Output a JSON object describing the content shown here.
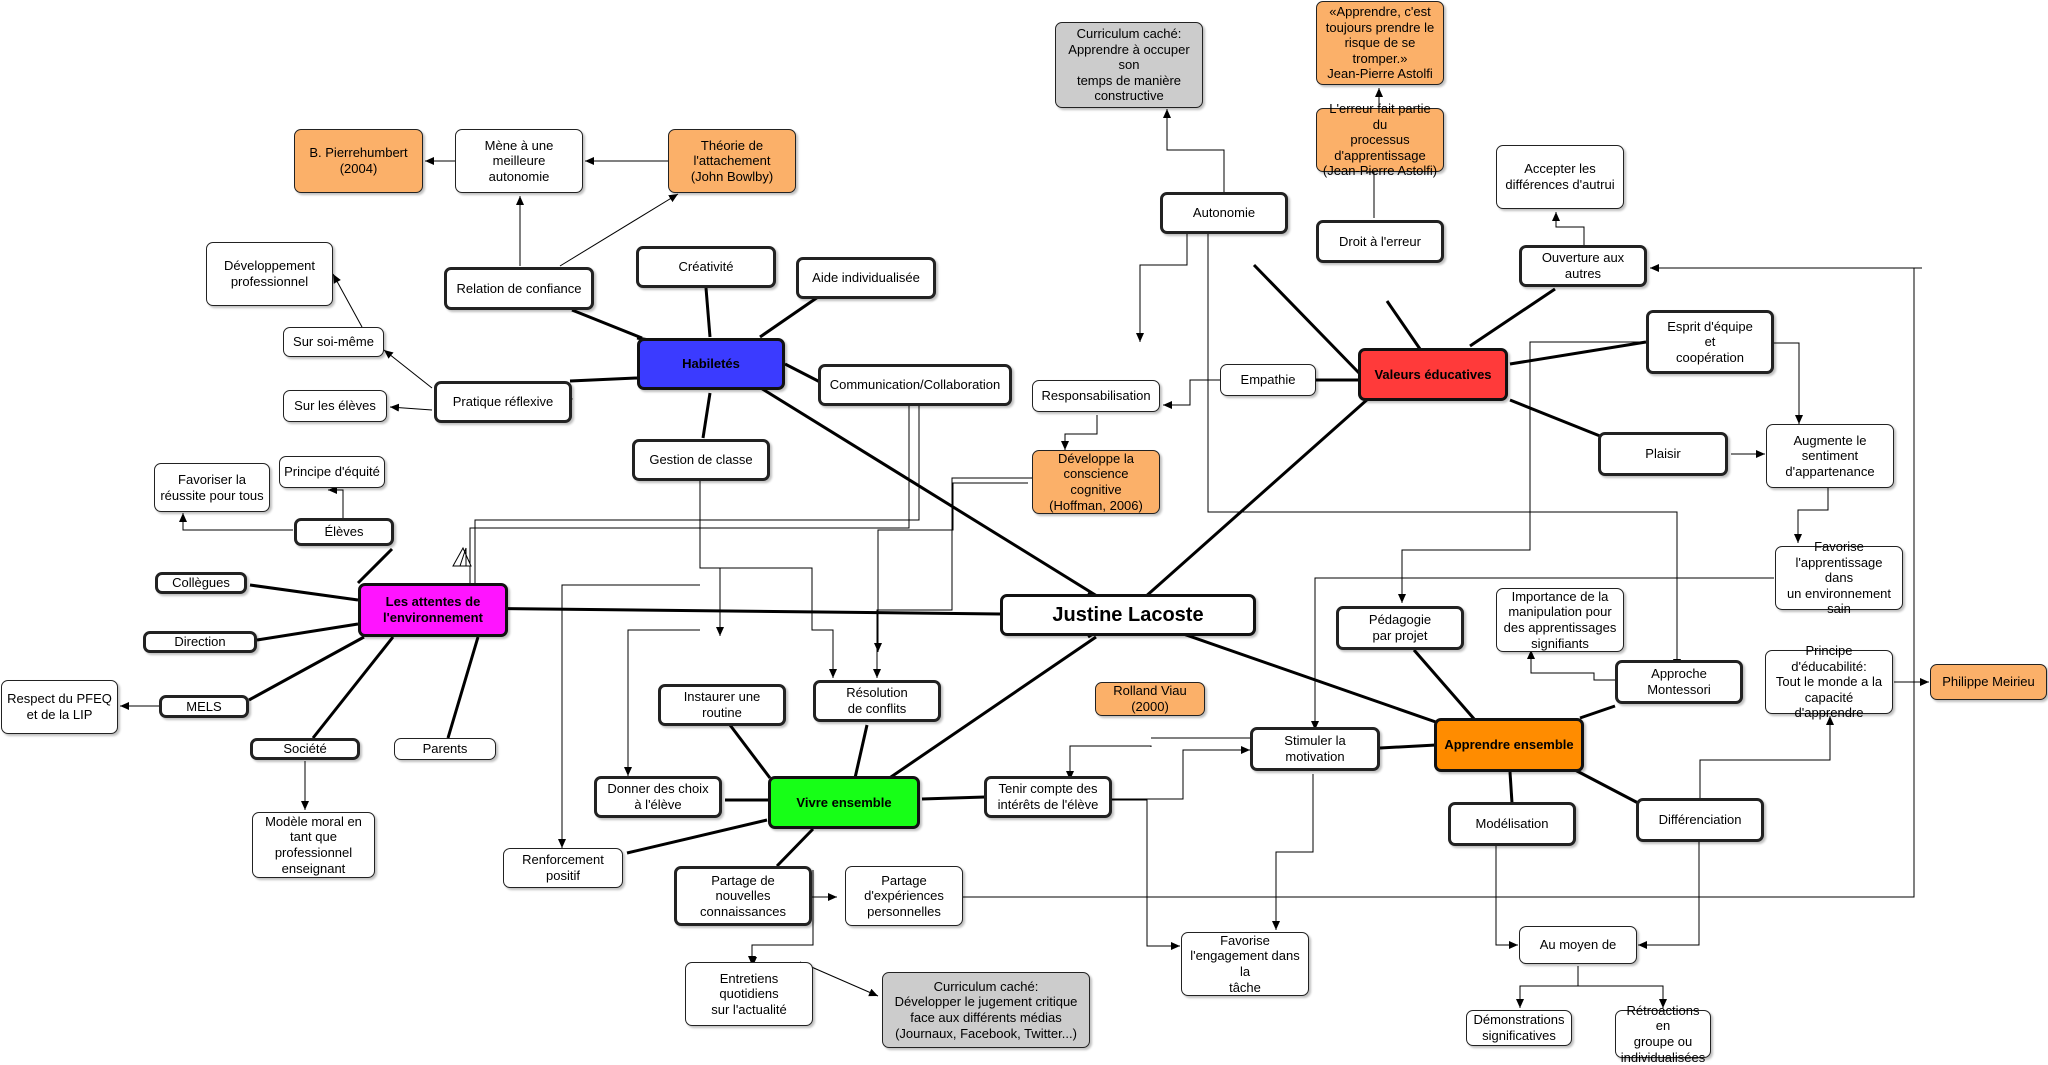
{
  "nodes": {
    "center": "Justine Lacoste",
    "habiletes": "Habiletés",
    "valeurs": "Valeurs éducatives",
    "attentes": "Les attentes de\nl'environnement",
    "vivre": "Vivre ensemble",
    "apprendre": "Apprendre ensemble",
    "creativite": "Créativité",
    "aide": "Aide individualisée",
    "communication": "Communication/Collaboration",
    "gestion": "Gestion de classe",
    "pratique": "Pratique réflexive",
    "confiance": "Relation de confiance",
    "meilleure": "Mène à une meilleure\nautonomie",
    "pierrehumbert": "B. Pierrehumbert\n(2004)",
    "attachement": "Théorie de\nl'attachement\n(John Bowlby)",
    "soimeme": "Sur soi-même",
    "eleves_sur": "Sur les élèves",
    "devpro": "Développement\nprofessionnel",
    "eleves": "Élèves",
    "equite": "Principe d'équité",
    "reussite": "Favoriser la\nréussite pour tous",
    "collegues": "Collègues",
    "direction": "Direction",
    "mels": "MELS",
    "pfeq": "Respect du PFEQ\net de la LIP",
    "societe": "Société",
    "modele": "Modèle moral en\ntant que\nprofessionnel\nenseignant",
    "parents": "Parents",
    "autonomie": "Autonomie",
    "curriculum1": "Curriculum caché:\nApprendre à occuper son\ntemps de manière\nconstructive",
    "droit": "Droit à l'erreur",
    "erreur": "L'erreur fait partie du\nprocessus\nd'apprentissage\n(Jean-Pierre Astolfi)",
    "citation": "«Apprendre, c'est\ntoujours prendre le\nrisque de se\ntromper.»\nJean-Pierre Astolfi",
    "ouverture": "Ouverture aux autres",
    "accepter": "Accepter les\ndifférences d'autrui",
    "empathie": "Empathie",
    "responsabilisation": "Responsabilisation",
    "conscience": "Développe la\nconscience cognitive\n(Hoffman, 2006)",
    "esprit": "Esprit d'équipe\net\ncoopération",
    "plaisir": "Plaisir",
    "sentiment": "Augmente le\nsentiment\nd'appartenance",
    "favorise_env": "Favorise\nl'apprentissage dans\nun environnement\nsain",
    "principe_educ": "Principe d'éducabilité:\nTout le monde a la\ncapacité d'apprendre",
    "meirieu": "Philippe Meirieu",
    "pedagogie": "Pédagogie\npar projet",
    "manipulation": "Importance de la\nmanipulation pour\ndes apprentissages\nsignifiants",
    "montessori": "Approche\nMontessori",
    "viau": "Rolland Viau\n(2000)",
    "motivation": "Stimuler la motivation",
    "modelisation": "Modélisation",
    "differenciation": "Différenciation",
    "moyen": "Au moyen de",
    "demonstrations": "Démonstrations\nsignificatives",
    "retroactions": "Rétroactions en\ngroupe ou\nindividualisées",
    "engagement": "Favorise\nl'engagement dans la\ntâche",
    "routine": "Instaurer une routine",
    "conflits": "Résolution\nde conflits",
    "choix": "Donner des choix\nà l'élève",
    "interets": "Tenir compte des\nintérêts de l'élève",
    "renforcement": "Renforcement\npositif",
    "partage_conn": "Partage de\nnouvelles\nconnaissances",
    "partage_exp": "Partage\nd'expériences\npersonnelles",
    "entretiens": "Entretiens quotidiens\nsur l'actualité",
    "curriculum2": "Curriculum caché:\nDévelopper le jugement critique\nface aux différents médias\n(Journaux, Facebook, Twitter...)"
  },
  "colors": {
    "habiletes": "#3b3bff",
    "valeurs": "#ff3a3a",
    "attentes": "#ff14ff",
    "vivre": "#17ff17",
    "apprendre": "#ff8c00",
    "reference": "#fbb069",
    "curriculum": "#cccccc"
  }
}
